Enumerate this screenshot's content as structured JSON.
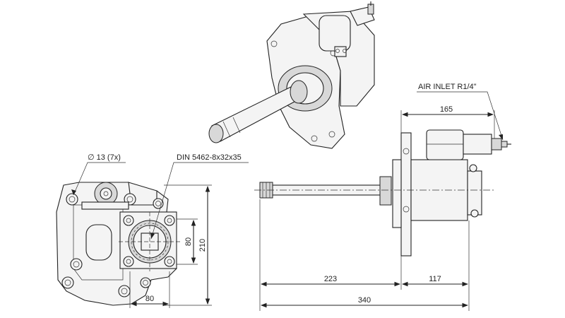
{
  "labels": {
    "air_inlet": "AIR INLET R1/4\"",
    "hole_spec": "∅ 13 (7x)",
    "spline_spec": "DIN 5462-8x32x35"
  },
  "dimensions": {
    "top_width": "165",
    "front_height": "210",
    "front_inner": "80",
    "front_bottom": "80",
    "side_left": "223",
    "side_right": "117",
    "side_total": "340"
  }
}
